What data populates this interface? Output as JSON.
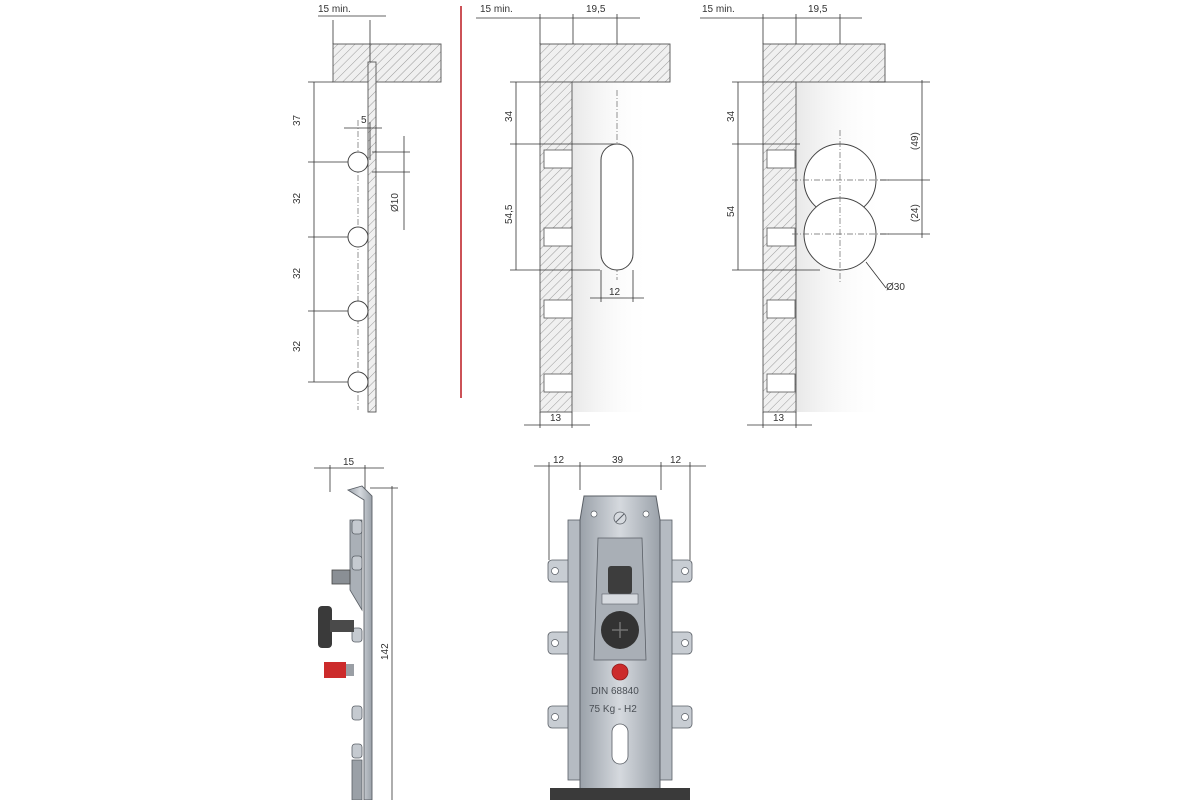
{
  "colors": {
    "separator": "#c0272d",
    "line": "#333333",
    "metal": "#b9bfc6",
    "dark_part": "#3a3a3a",
    "red_part": "#cc2b2b"
  },
  "view1": {
    "dim_15min": "15 min.",
    "dim_37": "37",
    "dim_5": "5",
    "dim_32": "32",
    "dim_d10": "Ø10"
  },
  "view2": {
    "dim_15min": "15 min.",
    "dim_19_5": "19,5",
    "dim_34": "34",
    "dim_54_5": "54,5",
    "dim_12": "12",
    "dim_13": "13"
  },
  "view3": {
    "dim_15min": "15 min.",
    "dim_19_5": "19,5",
    "dim_34": "34",
    "dim_54": "54",
    "dim_49": "(49)",
    "dim_24": "(24)",
    "dim_d30": "Ø30",
    "dim_13": "13"
  },
  "view4": {
    "dim_15": "15",
    "dim_142": "142"
  },
  "view5": {
    "dim_12_left": "12",
    "dim_39": "39",
    "dim_12_right": "12",
    "label_din": "DIN 68840",
    "label_load": "75 Kg - H2"
  }
}
